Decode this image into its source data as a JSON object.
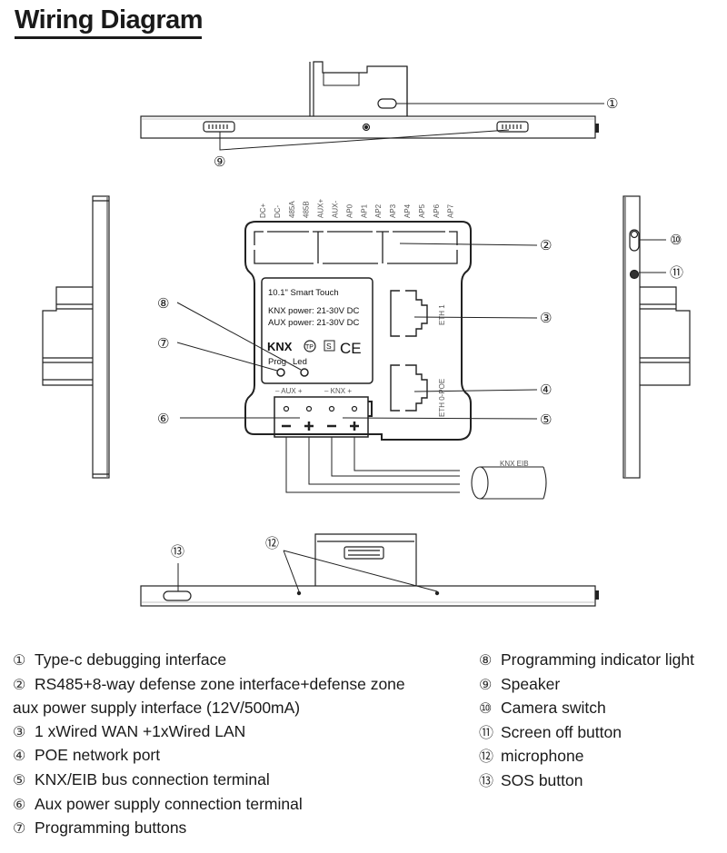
{
  "title": "Wiring Diagram",
  "callouts": {
    "c1": "①",
    "c2": "②",
    "c3": "③",
    "c4": "④",
    "c5": "⑤",
    "c6": "⑥",
    "c7": "⑦",
    "c8": "⑧",
    "c9": "⑨",
    "c10": "⑩",
    "c11": "⑪",
    "c12": "⑫",
    "c13": "⑬"
  },
  "module": {
    "pins": [
      "DC+",
      "DC-",
      "485A",
      "485B",
      "AUX+",
      "AUX-",
      "AP0",
      "AP1",
      "AP2",
      "AP3",
      "AP4",
      "AP5",
      "AP6",
      "AP7"
    ],
    "product": "10.1\" Smart Touch",
    "knx_power": "KNX power:  21-30V DC",
    "aux_power": "AUX power:  21-30V DC",
    "knx_logo": "KNX",
    "tp_mark": "TP",
    "s_mark": "S",
    "ce_mark": "CE",
    "prog_label": "Prog",
    "led_label": "Led",
    "eth1_label": "ETH 1",
    "eth0_label": "ETH 0-POE",
    "aux_terminal_label": "– AUX +",
    "knx_terminal_label": "– KNX +",
    "cable_label": "KNX EIB"
  },
  "legend_left": [
    {
      "num": "①",
      "text": "Type-c debugging interface"
    },
    {
      "num": "②",
      "text": "RS485+8-way defense zone interface+defense zone"
    },
    {
      "num": "",
      "text": "aux power supply interface (12V/500mA)"
    },
    {
      "num": "③",
      "text": "1 xWired WAN +1xWired LAN"
    },
    {
      "num": "④",
      "text": "POE network port"
    },
    {
      "num": "⑤",
      "text": "KNX/EIB bus connection terminal"
    },
    {
      "num": "⑥",
      "text": "Aux power supply connection terminal"
    },
    {
      "num": "⑦",
      "text": "Programming buttons"
    }
  ],
  "legend_right": [
    {
      "num": "⑧",
      "text": "Programming indicator light"
    },
    {
      "num": "⑨",
      "text": "Speaker"
    },
    {
      "num": "⑩",
      "text": "Camera switch"
    },
    {
      "num": "⑪",
      "text": "Screen off button"
    },
    {
      "num": "⑫",
      "text": "microphone"
    },
    {
      "num": "⑬",
      "text": "SOS button"
    }
  ]
}
